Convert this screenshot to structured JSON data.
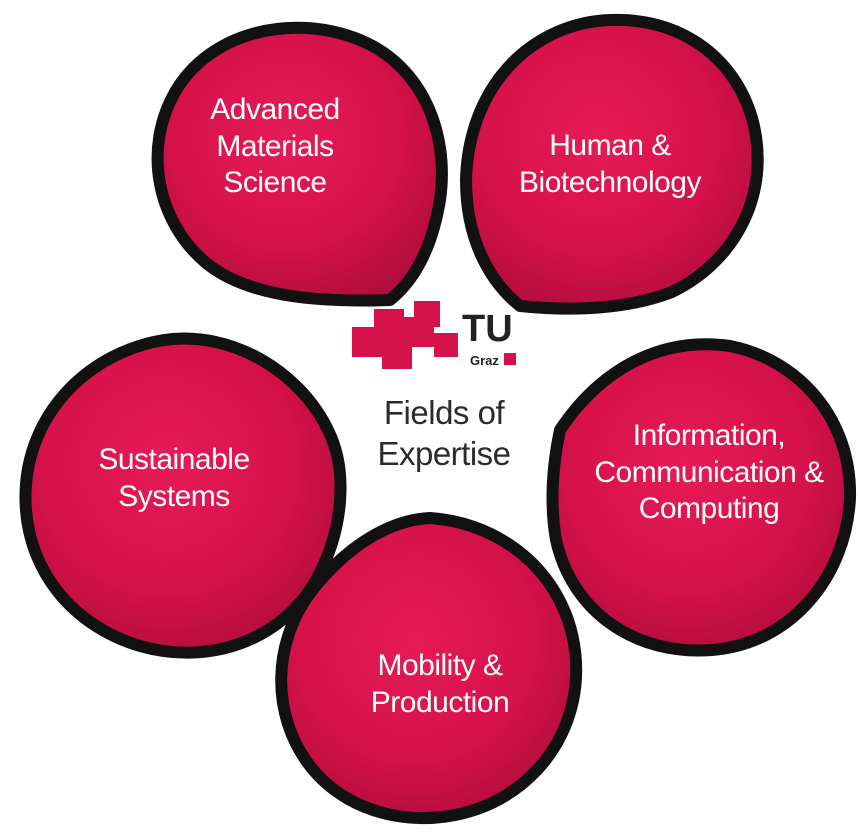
{
  "center": {
    "title_lines": [
      "Fields of",
      "Expertise"
    ],
    "logo": {
      "letters": "TU",
      "sub": "Graz",
      "color": "#d5134a"
    }
  },
  "fields": [
    {
      "id": "advanced-materials",
      "lines": [
        "Advanced",
        "Materials",
        "Science"
      ]
    },
    {
      "id": "human-biotech",
      "lines": [
        "Human &",
        "Biotechnology"
      ]
    },
    {
      "id": "sustainable-systems",
      "lines": [
        "Sustainable",
        "Systems"
      ]
    },
    {
      "id": "information-communication",
      "lines": [
        "Information,",
        "Communication &",
        "Computing"
      ]
    },
    {
      "id": "mobility-production",
      "lines": [
        "Mobility &",
        "Production"
      ]
    }
  ],
  "colors": {
    "petal_fill": "#d8144a",
    "petal_dark": "#a50c36",
    "outline": "#111111",
    "text": "#ffffff"
  }
}
